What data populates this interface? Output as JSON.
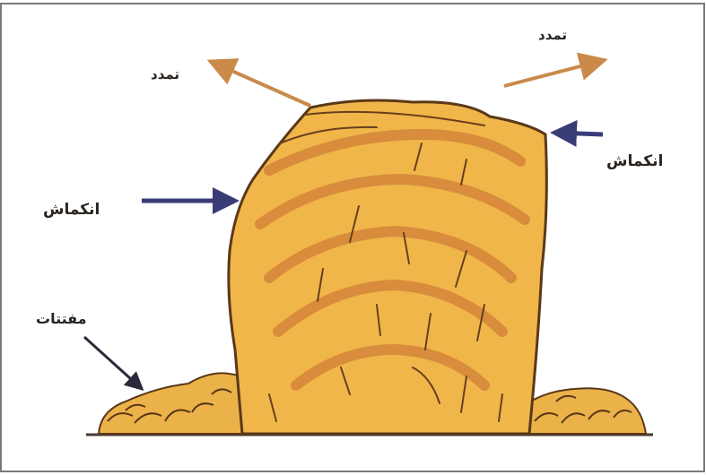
{
  "labels": {
    "expansion_left": "تمدد",
    "expansion_right": "تمدد",
    "contraction_left": "انكماش",
    "contraction_right": "انكماش",
    "fragments": "مفتتات"
  },
  "colors": {
    "rock_fill": "#f0b64a",
    "rock_band": "#d4853a",
    "rock_outline": "#5a3818",
    "expansion_arrow": "#c98a4a",
    "contraction_arrow": "#3a3c78",
    "fragment_arrow": "#2a2a3a",
    "frame": "#7a7a7a"
  }
}
